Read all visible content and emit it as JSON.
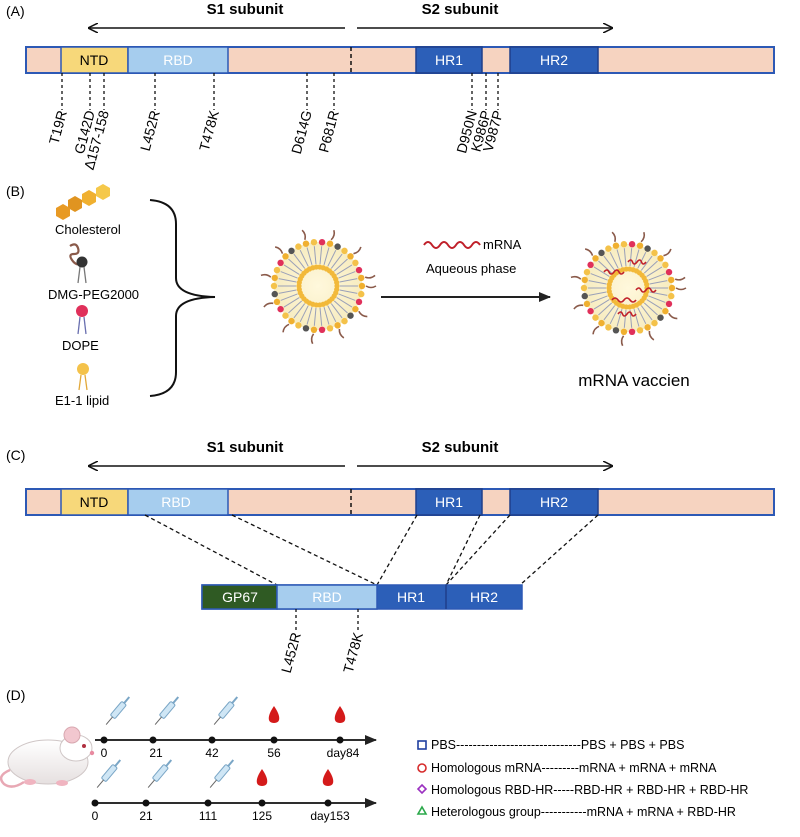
{
  "panelA": {
    "label": "(A)",
    "s1": "S1 subunit",
    "s2": "S2 subunit",
    "domains": {
      "ntd": "NTD",
      "rbd": "RBD",
      "hr1": "HR1",
      "hr2": "HR2"
    },
    "mutations": [
      "T19R",
      "G142D",
      "Δ157-158",
      "L452R",
      "T478K",
      "D614G",
      "P681R",
      "D950N",
      "K986P",
      "V987P"
    ]
  },
  "panelB": {
    "label": "(B)",
    "components": [
      "Cholesterol",
      "DMG-PEG2000",
      "DOPE",
      "E1-1 lipid"
    ],
    "mrna": "mRNA",
    "aqueous": "Aqueous phase",
    "vaccine": "mRNA vaccien"
  },
  "panelC": {
    "label": "(C)",
    "s1": "S1 subunit",
    "s2": "S2 subunit",
    "domains": {
      "ntd": "NTD",
      "rbd": "RBD",
      "hr1": "HR1",
      "hr2": "HR2"
    },
    "construct": {
      "gp67": "GP67",
      "rbd": "RBD",
      "hr1": "HR1",
      "hr2": "HR2"
    },
    "mutations": [
      "L452R",
      "T478K"
    ]
  },
  "panelD": {
    "label": "(D)",
    "timeline1": [
      "0",
      "21",
      "42",
      "56",
      "day84"
    ],
    "timeline2": [
      "0",
      "21",
      "111",
      "125",
      "day153"
    ],
    "legend": [
      {
        "marker": "□",
        "color": "#1f3fa0",
        "text": "PBS------------------------------PBS + PBS + PBS"
      },
      {
        "marker": "○",
        "color": "#d62a2a",
        "text": "Homologous mRNA---------mRNA + mRNA + mRNA"
      },
      {
        "marker": "◇",
        "color": "#9b30c0",
        "text": "Homologous RBD-HR-----RBD-HR + RBD-HR + RBD-HR"
      },
      {
        "marker": "△",
        "color": "#2aa84a",
        "text": "Heterologous group-----------mRNA + mRNA + RBD-HR"
      }
    ]
  },
  "colors": {
    "bar": "#f6d3c0",
    "ntd": "#f7d87a",
    "rbd": "#a6cdee",
    "hr": "#2c5fb8",
    "gp67": "#2f5a23",
    "outline": "#2d59b5",
    "blood": "#d41a1a"
  }
}
